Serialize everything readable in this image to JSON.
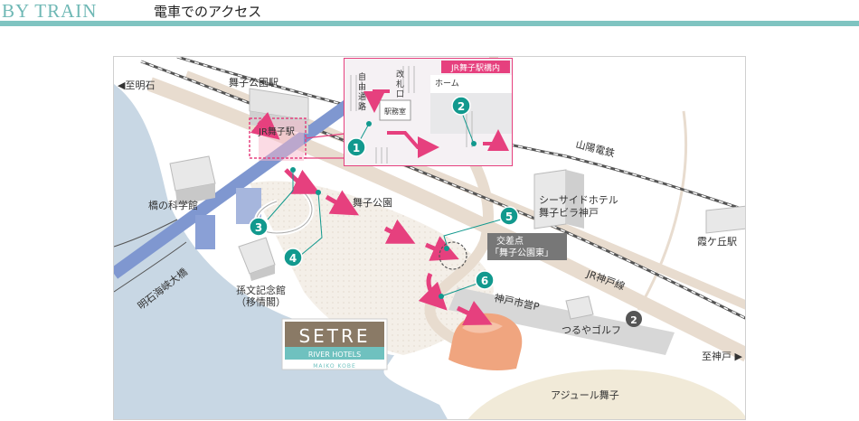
{
  "header": {
    "title": "BY TRAIN",
    "subtitle": "電車でのアクセス"
  },
  "map": {
    "labels": {
      "to_akashi": "◀至明石",
      "to_kobe": "至神戸 ▶",
      "maiko_koen_station": "舞子公園駅",
      "jr_maiko_station": "JR舞子駅",
      "science_museum": "橋の科学館",
      "akashi_bridge": "明石海峡大橋",
      "sonbun_memorial_1": "孫文記念館",
      "sonbun_memorial_2": "（移情閣）",
      "maiko_park": "舞子公園",
      "seaside_hotel_1": "シーサイドホテル",
      "seaside_hotel_2": "舞子ビラ神戸",
      "sanyo_railway": "山陽電鉄",
      "kasumigaoka_station": "霞ケ丘駅",
      "jr_kobe_line": "JR神戸線",
      "intersection_1": "交差点",
      "intersection_2": "「舞子公園東」",
      "kobe_city_parking": "神戸市営P",
      "tsuruya_golf": "つるやゴルフ",
      "azur_maiko": "アジュール舞子",
      "route_2": "2"
    },
    "inset": {
      "title": "JR舞子駅構内",
      "free_passage": [
        "自",
        "由",
        "通",
        "路"
      ],
      "ticket_gate": [
        "改",
        "札",
        "口"
      ],
      "platform": "ホーム",
      "station_office": "駅務室"
    },
    "steps": [
      "1",
      "2",
      "3",
      "4",
      "5",
      "6"
    ],
    "hotel_logo": {
      "name": "SETRE",
      "brand": "RIVER HOTELS",
      "location": "MAIKO KOBE"
    },
    "colors": {
      "teal": "#5fb0ac",
      "step": "#12998e",
      "pink": "#e6407e",
      "road": "#e8dccf",
      "sea": "#c8d7e4",
      "bridge": "#7f97d0",
      "hotel": "#f0a57f"
    }
  }
}
